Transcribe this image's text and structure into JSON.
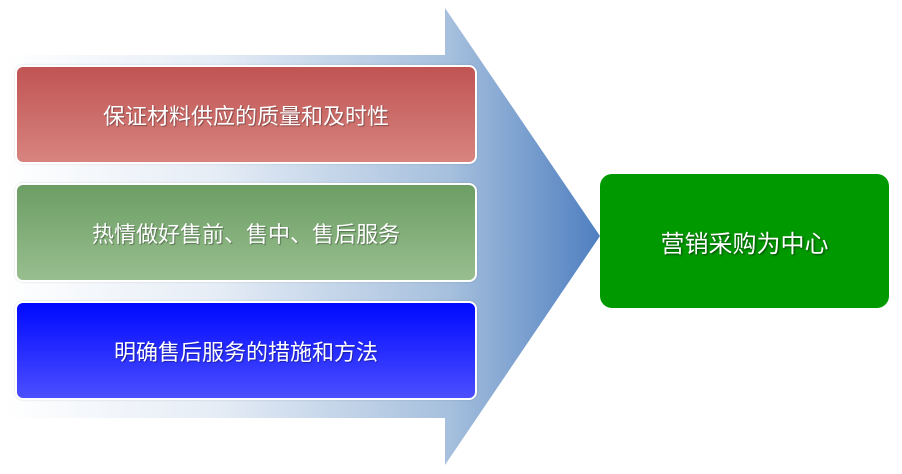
{
  "diagram": {
    "items": [
      {
        "label": "保证材料供应的质量和及时性",
        "color": "#c86060"
      },
      {
        "label": "热情做好售前、售中、售后服务",
        "color": "#80aa76"
      },
      {
        "label": "明确售后服务的措施和方法",
        "color": "#2020ff"
      }
    ],
    "target": {
      "label": "营销采购为中心",
      "color": "#009a00"
    },
    "arrow_color": "#4f7fc0"
  }
}
